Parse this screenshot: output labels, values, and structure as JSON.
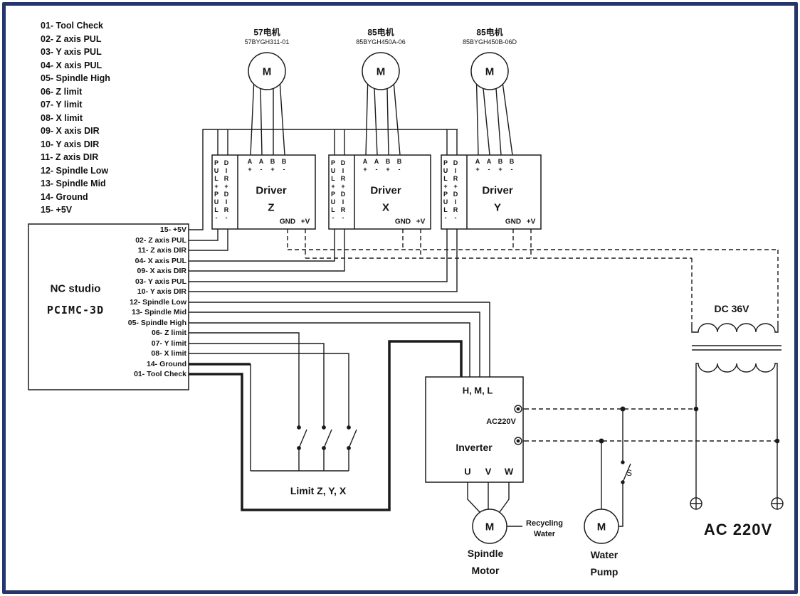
{
  "diagram": {
    "legend": {
      "items": [
        "01- Tool Check",
        "02- Z axis PUL",
        "03- Y axis PUL",
        "04- X axis PUL",
        "05- Spindle High",
        "06- Z limit",
        "07- Y limit",
        "08- X limit",
        "09- X axis DIR",
        "10- Y axis DIR",
        "11- Z axis DIR",
        "12- Spindle Low",
        "13- Spindle Mid",
        "14-  Ground",
        "15- +5V"
      ]
    },
    "motors": [
      {
        "name": "57电机",
        "model": "57BYGH311-01",
        "symbol": "M"
      },
      {
        "name": "85电机",
        "model": "85BYGH450A-06",
        "symbol": "M"
      },
      {
        "name": "85电机",
        "model": "85BYGH450B-06D",
        "symbol": "M"
      }
    ],
    "drivers": [
      {
        "title": "Driver",
        "axis": "Z",
        "left_col1": "PUL+PUL-",
        "left_col2": "DIR+DIR-",
        "terminals": [
          "A+",
          "A-",
          "B+",
          "B-"
        ],
        "gnd": "GND",
        "v": "+V"
      },
      {
        "title": "Driver",
        "axis": "X",
        "left_col1": "PUL+PUL-",
        "left_col2": "DIR+DIR-",
        "terminals": [
          "A+",
          "A-",
          "B+",
          "B-"
        ],
        "gnd": "GND",
        "v": "+V"
      },
      {
        "title": "Driver",
        "axis": "Y",
        "left_col1": "PUL+PUL-",
        "left_col2": "DIR+DIR-",
        "terminals": [
          "A+",
          "A-",
          "B+",
          "B-"
        ],
        "gnd": "GND",
        "v": "+V"
      }
    ],
    "controller": {
      "title": "NC studio",
      "model": "PCIMC-3D",
      "pins": [
        "15- +5V",
        "02- Z axis PUL",
        "11- Z axis DIR",
        "04- X axis PUL",
        "09- X axis DIR",
        "03- Y axis PUL",
        "10- Y axis DIR",
        "12- Spindle Low",
        "13- Spindle Mid",
        "05- Spindle High",
        "06- Z limit",
        "07- Y limit",
        "08- X limit",
        "14-  Ground",
        "01- Tool Check"
      ]
    },
    "inverter": {
      "hml": "H, M, L",
      "ac": "AC220V",
      "title": "Inverter",
      "u": "U",
      "v": "V",
      "w": "W"
    },
    "labels": {
      "limit": "Limit Z, Y, X",
      "spindle_motor": [
        "Spindle",
        "Motor"
      ],
      "water_pump": [
        "Water",
        "Pump"
      ],
      "recycling": [
        "Recycling",
        "Water"
      ],
      "dc": "DC 36V",
      "ac_mains": "AC 220V",
      "switch": "S",
      "motor_m": "M"
    },
    "colors": {
      "frame": "#26356d",
      "wire": "#1b1b1b"
    }
  }
}
